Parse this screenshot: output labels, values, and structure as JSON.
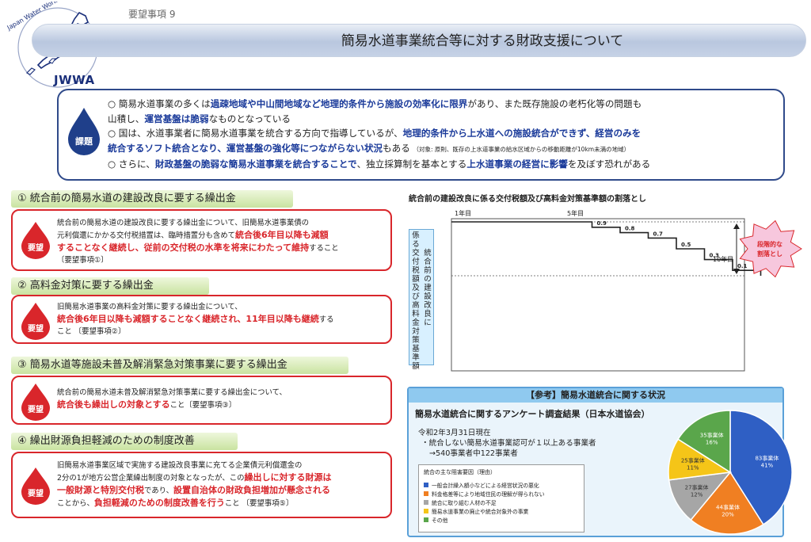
{
  "header": {
    "logo_text": "JWWA",
    "logo_arc": "Japan Water Works Association",
    "request_no": "要望事項 9",
    "title": "簡易水道事業統合等に対する財政支援について"
  },
  "issue": {
    "label": "課題",
    "b1": [
      "○ 簡易水道事業の多くは",
      "過疎地域や中山間地域など地理的条件から施設の効率化に限界",
      "があり、また既存施設の老朽化等の問題も",
      "山積し、",
      "運営基盤は脆弱",
      "なものとなっている"
    ],
    "b2": [
      "○ 国は、水道事業者に簡易水道事業を統合する方向で指導しているが、",
      "地理的条件から上水道への施設統合ができず、経営のみを",
      "統合するソフト統合となり、運営基盤の強化等につながらない状況",
      "もある",
      "（対象: 原則、既存の上水道事業の給水区域からの移動距離が10km未満の地域）"
    ],
    "b3": [
      "○ さらに、",
      "財政基盤の脆弱な簡易水道事業を統合することで",
      "、独立採算制を基本とする",
      "上水道事業の経営に影響",
      "を及ぼす恐れがある"
    ]
  },
  "sections": [
    {
      "head": "① 統合前の簡易水道の建設改良に要する繰出金",
      "badge": "要望",
      "lines": [
        [
          "統合前の簡易水道の建設改良に要する繰出金について、旧簡易水道事業債の"
        ],
        [
          "元利償還にかかる交付税措置は、臨時措置分も含めて",
          "統合後6年目以降も減額"
        ],
        [
          "することなく継続し、従前の交付税の水準を将来にわたって維持",
          "すること"
        ],
        [
          "〔要望事項①〕"
        ]
      ]
    },
    {
      "head": "② 高料金対策に要する繰出金",
      "badge": "要望",
      "lines": [
        [
          "旧簡易水道事業の高料金対策に要する繰出金について、"
        ],
        [
          "統合後6年目以降も減額することなく継続され、11年目以降も継続",
          "する"
        ],
        [
          "こと 〔要望事項②〕"
        ]
      ]
    },
    {
      "head": "③ 簡易水道等施設未普及解消緊急対策事業に要する繰出金",
      "badge": "要望",
      "lines": [
        [
          "統合前の簡易水道未普及解消緊急対策事業に要する繰出金について、"
        ],
        [
          "統合後も繰出しの対象とする",
          "こと〔要望事項③〕"
        ]
      ]
    },
    {
      "head": "④ 繰出財源負担軽減のための制度改善",
      "badge": "要望",
      "lines": [
        [
          "旧簡易水道事業区域で実施する建設改良事業に充てる企業債元利償還金の"
        ],
        [
          "2分の1が地方公営企業繰出制度の対象となったが、この",
          "繰出しに対する財源は"
        ],
        [
          "一般財源と特別交付税",
          "であり、",
          "設置自治体の財政負担増加が懸念される"
        ],
        [
          "ことから、",
          "負担軽減のための制度改善を行う",
          "こと 〔要望事項⑤〕"
        ]
      ]
    }
  ],
  "chart_data": {
    "type": "line",
    "title": "統合前の建設改良に係る交付税額及び高料金対策基準額の割落とし",
    "ylabel": "統合前の建設改良に係る交付税額及び高料金対策基準額",
    "x_labels": [
      "1年目",
      "5年目",
      "10年目"
    ],
    "steps": [
      {
        "year": 6,
        "value": 0.9,
        "label": "0.9"
      },
      {
        "year": 7,
        "value": 0.8,
        "label": "0.8"
      },
      {
        "year": 8,
        "value": 0.7,
        "label": "0.7"
      },
      {
        "year": 9,
        "value": 0.5,
        "label": "0.5"
      },
      {
        "year": 10,
        "value": 0.3,
        "label": "0.3"
      },
      {
        "year": 11,
        "value": 0.1,
        "label": "0.1"
      }
    ],
    "callout": "段階的な割落とし"
  },
  "reference": {
    "head": "【参考】簡易水道統合に関する状況",
    "sub": "簡易水道統合に関するアンケート調査結果（日本水道協会）",
    "date": "令和2年3月31日現在",
    "line1": "・統合しない簡易水道事業認可が１以上ある事業者",
    "line2": "→540事業者中122事業者",
    "reason_title": "統合の主な阻害要因（理由）",
    "reasons": [
      {
        "label": "一般会計繰入額小などによる経営状況の悪化",
        "color": "#2f5fc4"
      },
      {
        "label": "料金格差等により地域住民の理解が得られない",
        "color": "#f07f22"
      },
      {
        "label": "統合に取り組む人材の不足",
        "color": "#a6a6a6"
      },
      {
        "label": "簡易水道事業の廃止や統合対象外の事業",
        "color": "#f5c518"
      },
      {
        "label": "その他",
        "color": "#5aa64b"
      }
    ],
    "pie": [
      {
        "name": "83事業体",
        "pct": "41%",
        "value": 41,
        "color": "#2f5fc4"
      },
      {
        "name": "44事業体",
        "pct": "20%",
        "value": 20,
        "color": "#f07f22"
      },
      {
        "name": "27事業体",
        "pct": "12%",
        "value": 12,
        "color": "#a6a6a6"
      },
      {
        "name": "25事業体",
        "pct": "11%",
        "value": 11,
        "color": "#f5c518"
      },
      {
        "name": "35事業体",
        "pct": "16%",
        "value": 16,
        "color": "#5aa64b"
      }
    ]
  }
}
